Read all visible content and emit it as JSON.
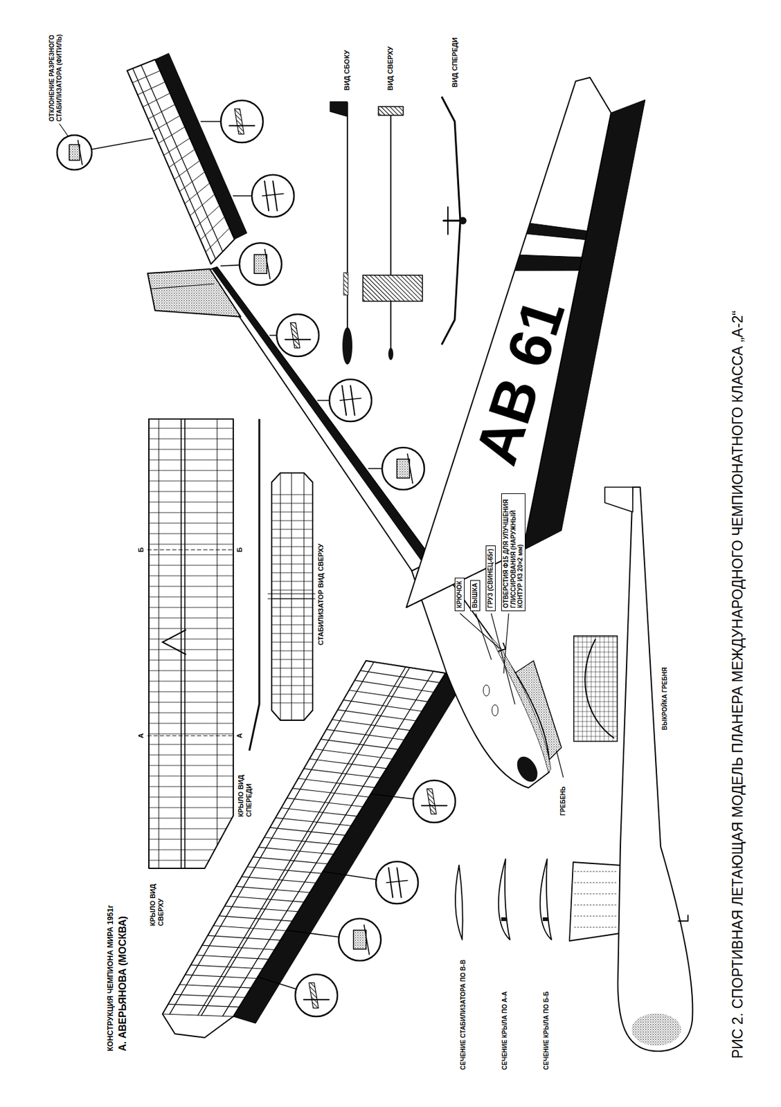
{
  "diagram": {
    "caption": "РИС 2. СПОРТИВНАЯ ЛЕТАЮЩАЯ МОДЕЛЬ ПЛАНЕРА МЕЖДУНАРОДНОГО ЧЕМПИОНАТНОГО КЛАССА „А-2“",
    "labels": [
      "КОНСТРУКЦИЯ ЧЕМПИОНА МИРА 1951г",
      "А. АВЕРЬЯНОВА (МОСКВА)",
      "КРЫЛО ВИД СВЕРХУ",
      "КРЫЛО ВИД СПЕРЕДИ",
      "СТАБИЛИЗАТОР ВИД СВЕРХУ",
      "ОТКЛОНЕНИЕ РАЗРЕЗНОГО СТАБИЛИЗАТОРА (ФИТИЛЬ)",
      "ВИД СБОКУ",
      "ВИД СВЕРХУ",
      "ВИД СПЕРЕДИ",
      "AB 61",
      "КРЮЧОК",
      "ВЫШКА",
      "ГРУЗ (СВИНЕЦ-65г)",
      "ОТВЕРСТИЯ Ф15 ДЛЯ УЛУЧШЕНИЯ ГЛИССИРОВАНИЯ (НАРУЖНЫЙ КОНТУР ИЗ 20×2 мм)",
      "ГРЕБЕНЬ",
      "ВЫКРОЙКА ГРЕБНЯ",
      "СЕЧЕНИЕ СТАБИЛИЗАТОРА ПО В-В",
      "СЕЧЕНИЕ КРЫЛА ПО А-А",
      "СЕЧЕНИЕ КРЫЛА ПО Б-Б",
      "А",
      "А",
      "Б",
      "Б"
    ]
  }
}
